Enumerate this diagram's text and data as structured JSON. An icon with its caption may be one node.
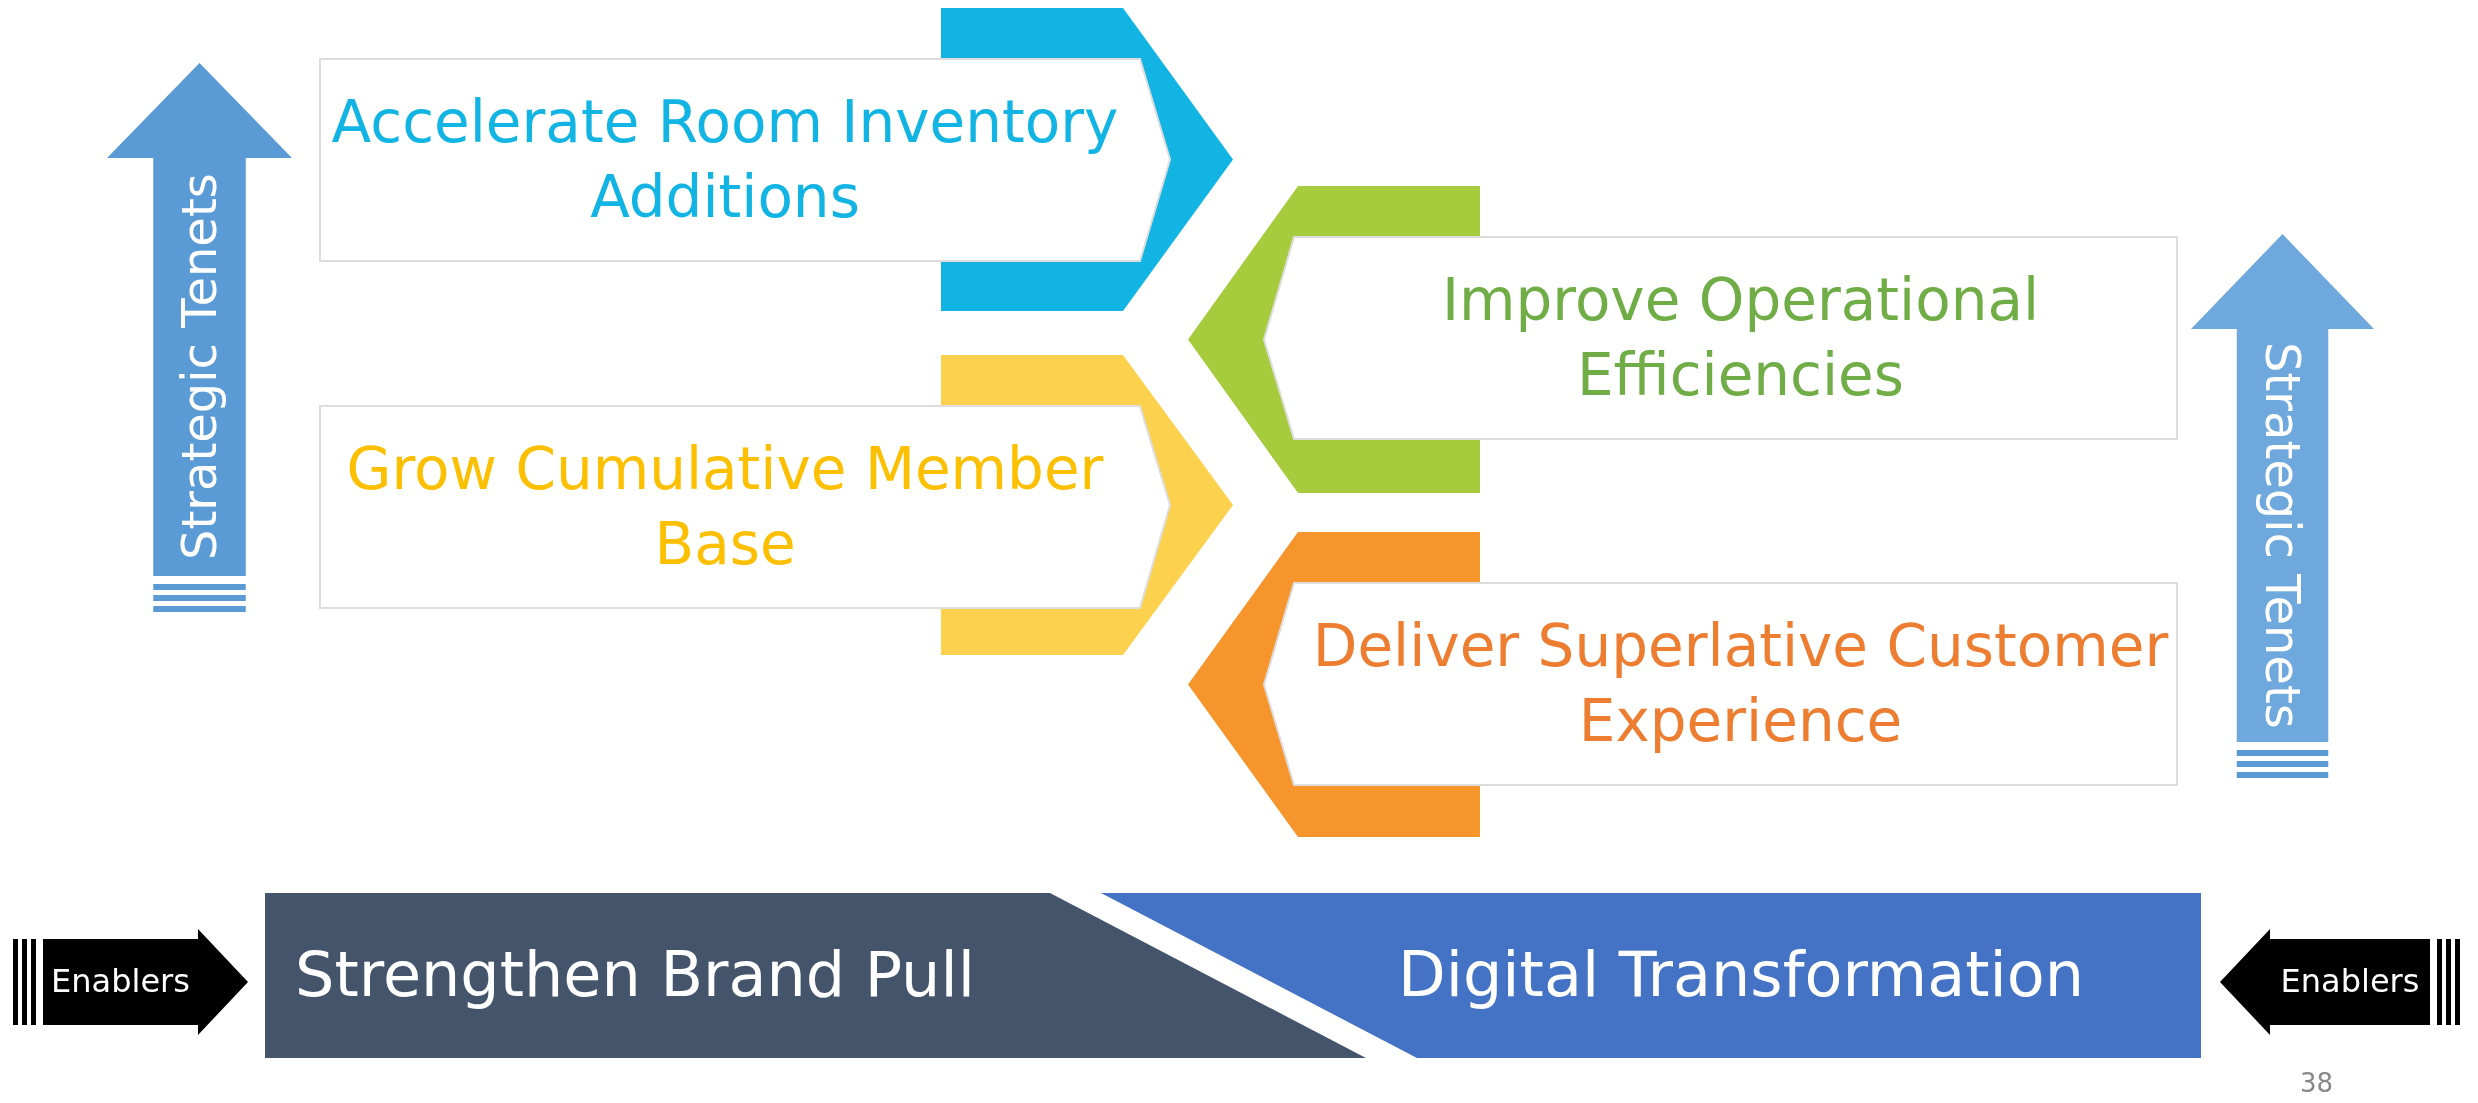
{
  "diagram": {
    "nodes": [
      {
        "text": [
          "Strategic Tenets"
        ]
      },
      {
        "text": [
          "Accelerate Room Inventory Additions"
        ]
      },
      {
        "text": [
          "Improve Operational Efficiencies"
        ]
      },
      {
        "text": [
          "Grow Cumulative Member Base"
        ]
      },
      {
        "text": [
          "Deliver Superlative Customer Experience"
        ]
      },
      {
        "text": [
          "Strategic Tenets"
        ]
      },
      {
        "text": [
          "Enablers"
        ]
      },
      {
        "text": [
          "Strengthen Brand Pull"
        ]
      },
      {
        "text": [
          "Digital Transformation"
        ]
      },
      {
        "text": [
          "Enablers"
        ]
      }
    ],
    "labels": [
      "38"
    ]
  }
}
